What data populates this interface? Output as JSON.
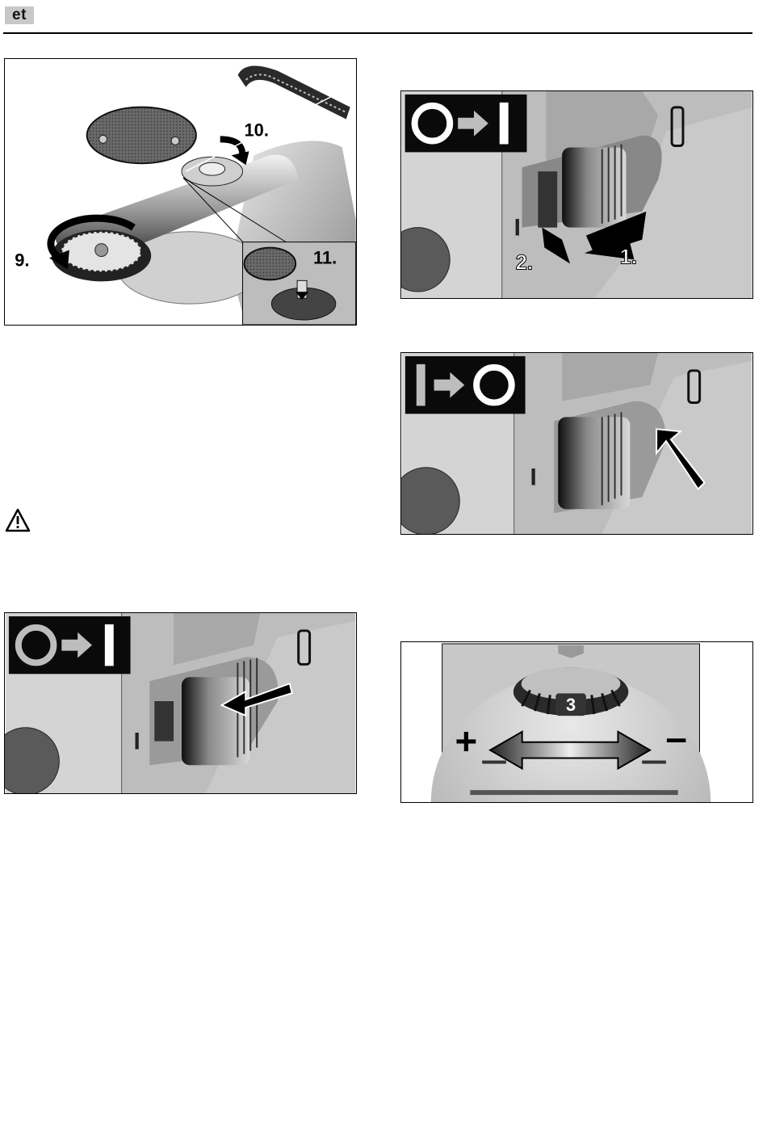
{
  "header": {
    "language_code": "et"
  },
  "figures": {
    "disc_assembly": {
      "step_9": "9.",
      "step_10": "10.",
      "step_11": "11."
    },
    "switch_on_locked": {
      "step_1": "1.",
      "step_2": "2."
    },
    "speed_dial": {
      "dial_value": "3",
      "increase_symbol": "+",
      "decrease_symbol": "–"
    }
  },
  "icons": {
    "warning": "warning-triangle-icon",
    "on_symbol": "switch-on-icon",
    "off_symbol": "switch-off-icon"
  },
  "colors": {
    "badge_background": "#0a0a0a",
    "housing_grey": "#bdbdbd",
    "arrow_black": "#000000"
  }
}
